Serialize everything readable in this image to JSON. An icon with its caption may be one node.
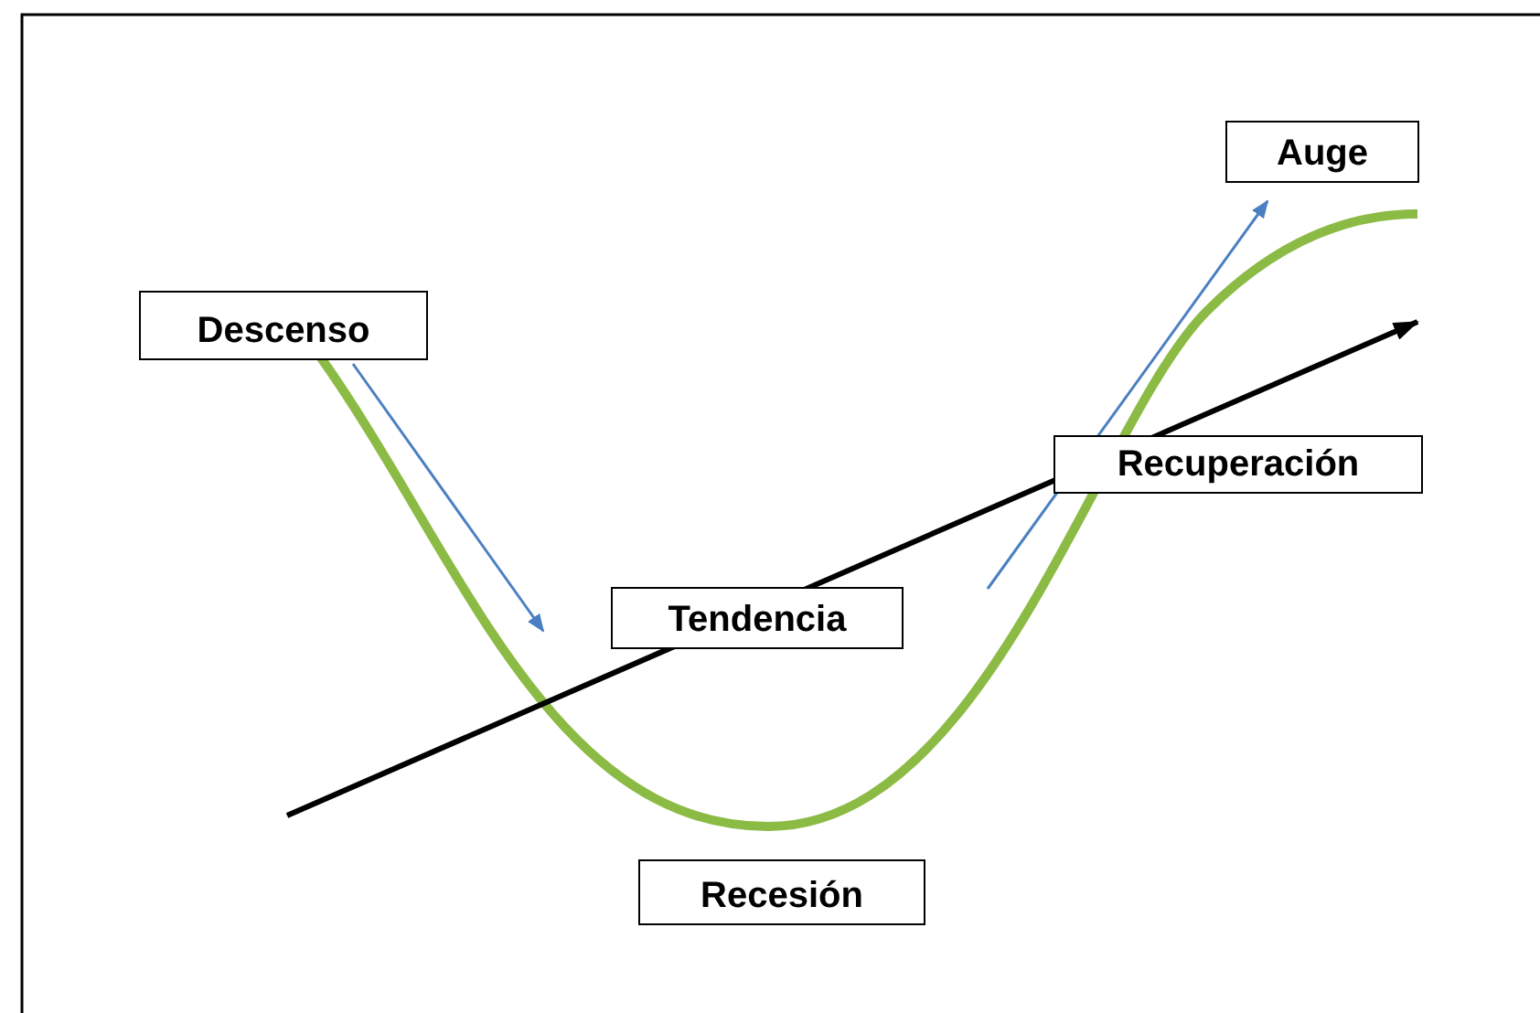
{
  "diagram": {
    "nodes": [
      {
        "text": [
          "Auge"
        ]
      },
      {
        "text": [
          "Descenso"
        ]
      },
      {
        "text": [
          "Recuperación"
        ]
      },
      {
        "text": [
          "Tendencia"
        ]
      },
      {
        "text": [
          "Recesión"
        ]
      }
    ]
  }
}
